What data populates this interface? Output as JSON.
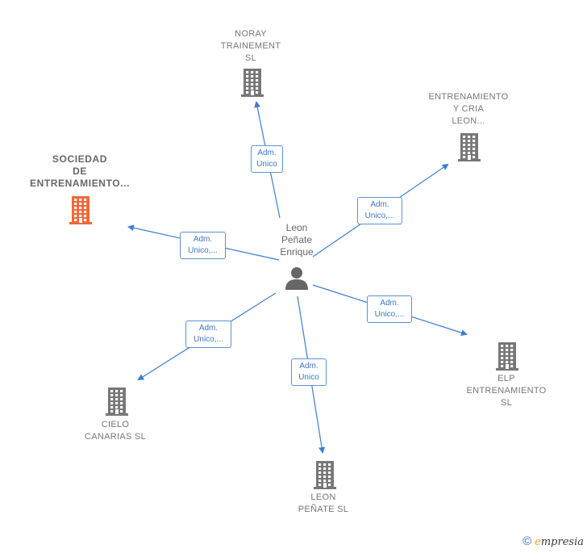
{
  "center": {
    "name": "Leon\nPeñate\nEnrique",
    "icon": "person-icon"
  },
  "companies": [
    {
      "id": "noray",
      "name": "NORAY\nTRAINEMENT\nSL",
      "icon": "building-icon",
      "color": "#777777",
      "highlight": false,
      "role": "Adm.\nUnico"
    },
    {
      "id": "entrenamiento-cria",
      "name": "ENTRENAMIENTO\nY CRIA\nLEON...",
      "icon": "building-icon",
      "color": "#777777",
      "highlight": false,
      "role": "Adm.\nUnico,..."
    },
    {
      "id": "sociedad",
      "name": "SOCIEDAD\nDE\nENTRENAMIENTO...",
      "icon": "building-icon",
      "color": "#f0683a",
      "highlight": true,
      "role": "Adm.\nUnico,..."
    },
    {
      "id": "elp",
      "name": "ELP\nENTRENAMIENTO\nSL",
      "icon": "building-icon",
      "color": "#777777",
      "highlight": false,
      "role": "Adm.\nUnico,..."
    },
    {
      "id": "cielo",
      "name": "CIELO\nCANARIAS SL",
      "icon": "building-icon",
      "color": "#777777",
      "highlight": false,
      "role": "Adm.\nUnico,..."
    },
    {
      "id": "leon-penate",
      "name": "LEON\nPEÑATE SL",
      "icon": "building-icon",
      "color": "#777777",
      "highlight": false,
      "role": "Adm.\nUnico"
    }
  ],
  "colors": {
    "edge": "#3d7fd0",
    "role_border": "#5b93d8",
    "role_text": "#3d78c4",
    "building": "#777777",
    "building_highlight": "#f0683a",
    "person": "#666666"
  },
  "brand": {
    "copyright": "©",
    "initial": "e",
    "rest": "mpresia"
  }
}
